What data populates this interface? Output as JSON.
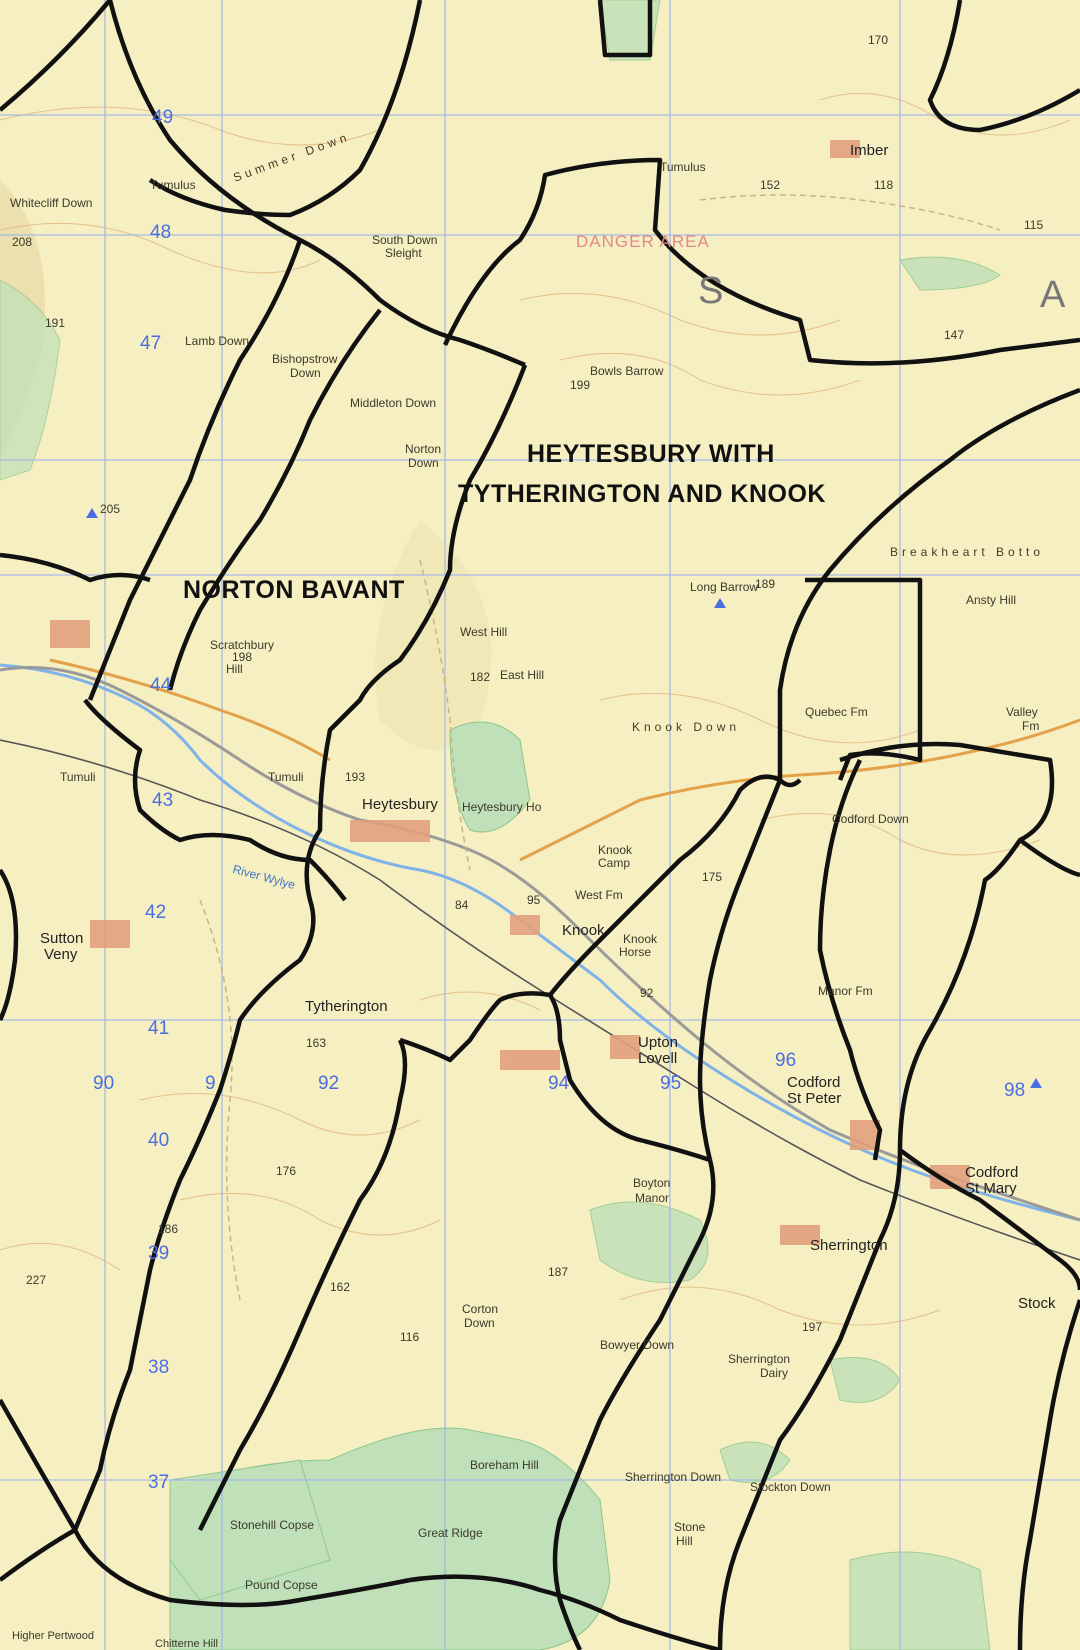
{
  "parishes": {
    "heytesbury_line1": "HEYTESBURY WITH",
    "heytesbury_line2": "TYTHERINGTON AND KNOOK",
    "norton_bavant": "NORTON BAVANT"
  },
  "danger_area": "DANGER AREA",
  "sheet_letters": {
    "s": "S",
    "a": "A"
  },
  "grid": {
    "northings": [
      "49",
      "48",
      "47",
      "44",
      "43",
      "42",
      "41",
      "40",
      "39",
      "38",
      "37"
    ],
    "eastings": [
      "90",
      "9",
      "92",
      "94",
      "95",
      "96",
      "98"
    ]
  },
  "villages": {
    "heytesbury": "Heytesbury",
    "knook": "Knook",
    "upton_lovell_1": "Upton",
    "upton_lovell_2": "Lovell",
    "codford_peter_1": "Codford",
    "codford_peter_2": "St Peter",
    "codford_mary_1": "Codford",
    "codford_mary_2": "St Mary",
    "sutton_veny_1": "Sutton",
    "sutton_veny_2": "Veny",
    "tytherington": "Tytherington",
    "sherrington": "Sherrington",
    "imber": "Imber",
    "stock": "Stock"
  },
  "features": {
    "summer_down": "Summer Down",
    "bishopstrow_down_1": "Bishopstrow",
    "bishopstrow_down_2": "Down",
    "middleton_down": "Middleton Down",
    "norton_down_1": "Norton",
    "norton_down_2": "Down",
    "scratchbury_hill_1": "Scratchbury",
    "scratchbury_hill_2": "Hill",
    "knook_down": "Knook Down",
    "knook_camp_1": "Knook",
    "knook_camp_2": "Camp",
    "quebec_fm": "Quebec Fm",
    "codford_down": "Codford Down",
    "breakheart_bottom": "Breakheart Botto",
    "valley_fm_1": "Valley",
    "valley_fm_2": "Fm",
    "ansty_hill": "Ansty Hill",
    "stonehill_copse": "Stonehill Copse",
    "great_ridge": "Great Ridge",
    "pound_copse": "Pound Copse",
    "boreham_hill": "Boreham Hill",
    "south_down_sleight_1": "South Down",
    "south_down_sleight_2": "Sleight",
    "lamb_down": "Lamb Down",
    "bowls_barrow": "Bowls Barrow",
    "east_hill": "East Hill",
    "west_hill": "West Hill",
    "sherrington_down": "Sherrington Down",
    "stockton_down": "Stockton Down",
    "corton_down_1": "Corton",
    "corton_down_2": "Down",
    "boyton_manor_1": "Boyton",
    "boyton_manor_2": "Manor",
    "long_barrow": "Long Barrow",
    "whitecliff_down": "Whitecliff Down",
    "tumulus_1": "Tumulus",
    "tumulus_2": "Tumulus",
    "tumulus_3": "Tumuli",
    "tumulus_4": "Tumuli",
    "river_wylye": "River Wylye",
    "west_fm": "West Fm",
    "manor_fm": "Manor Fm",
    "chiltern_hill": "Chitterne Hill",
    "knook_horse_1": "Knook",
    "knook_horse_2": "Horse",
    "higher_pertwood": "Higher Pertwood",
    "heytesbury_house": "Heytesbury Ho",
    "sherrington_dairy_1": "Sherrington",
    "sherrington_dairy_2": "Dairy",
    "bowyer_down": "Bowyer Down",
    "stony_hill_1": "Stone",
    "stony_hill_2": "Hill"
  },
  "spot_heights": [
    "170",
    "152",
    "118",
    "147",
    "115",
    "189",
    "199",
    "205",
    "198",
    "193",
    "182",
    "175",
    "84",
    "95",
    "92",
    "163",
    "176",
    "186",
    "162",
    "187",
    "197",
    "116",
    "227",
    "191",
    "208"
  ]
}
